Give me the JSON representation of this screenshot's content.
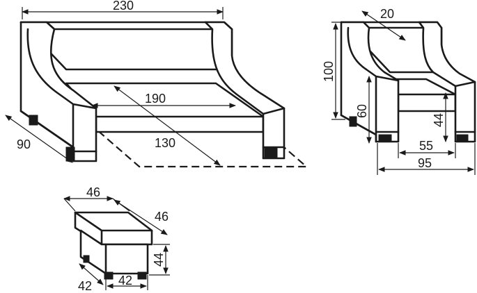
{
  "diagram": {
    "sofa": {
      "width": "230",
      "seat_width": "190",
      "depth": "90",
      "seat_depth": "130"
    },
    "armchair": {
      "arm_width": "20",
      "height": "100",
      "arm_height": "60",
      "seat_height": "44",
      "seat_width": "55",
      "width": "95"
    },
    "pouf": {
      "width": "46",
      "depth": "46",
      "height": "44",
      "base_depth": "42",
      "base_width": "42"
    }
  }
}
